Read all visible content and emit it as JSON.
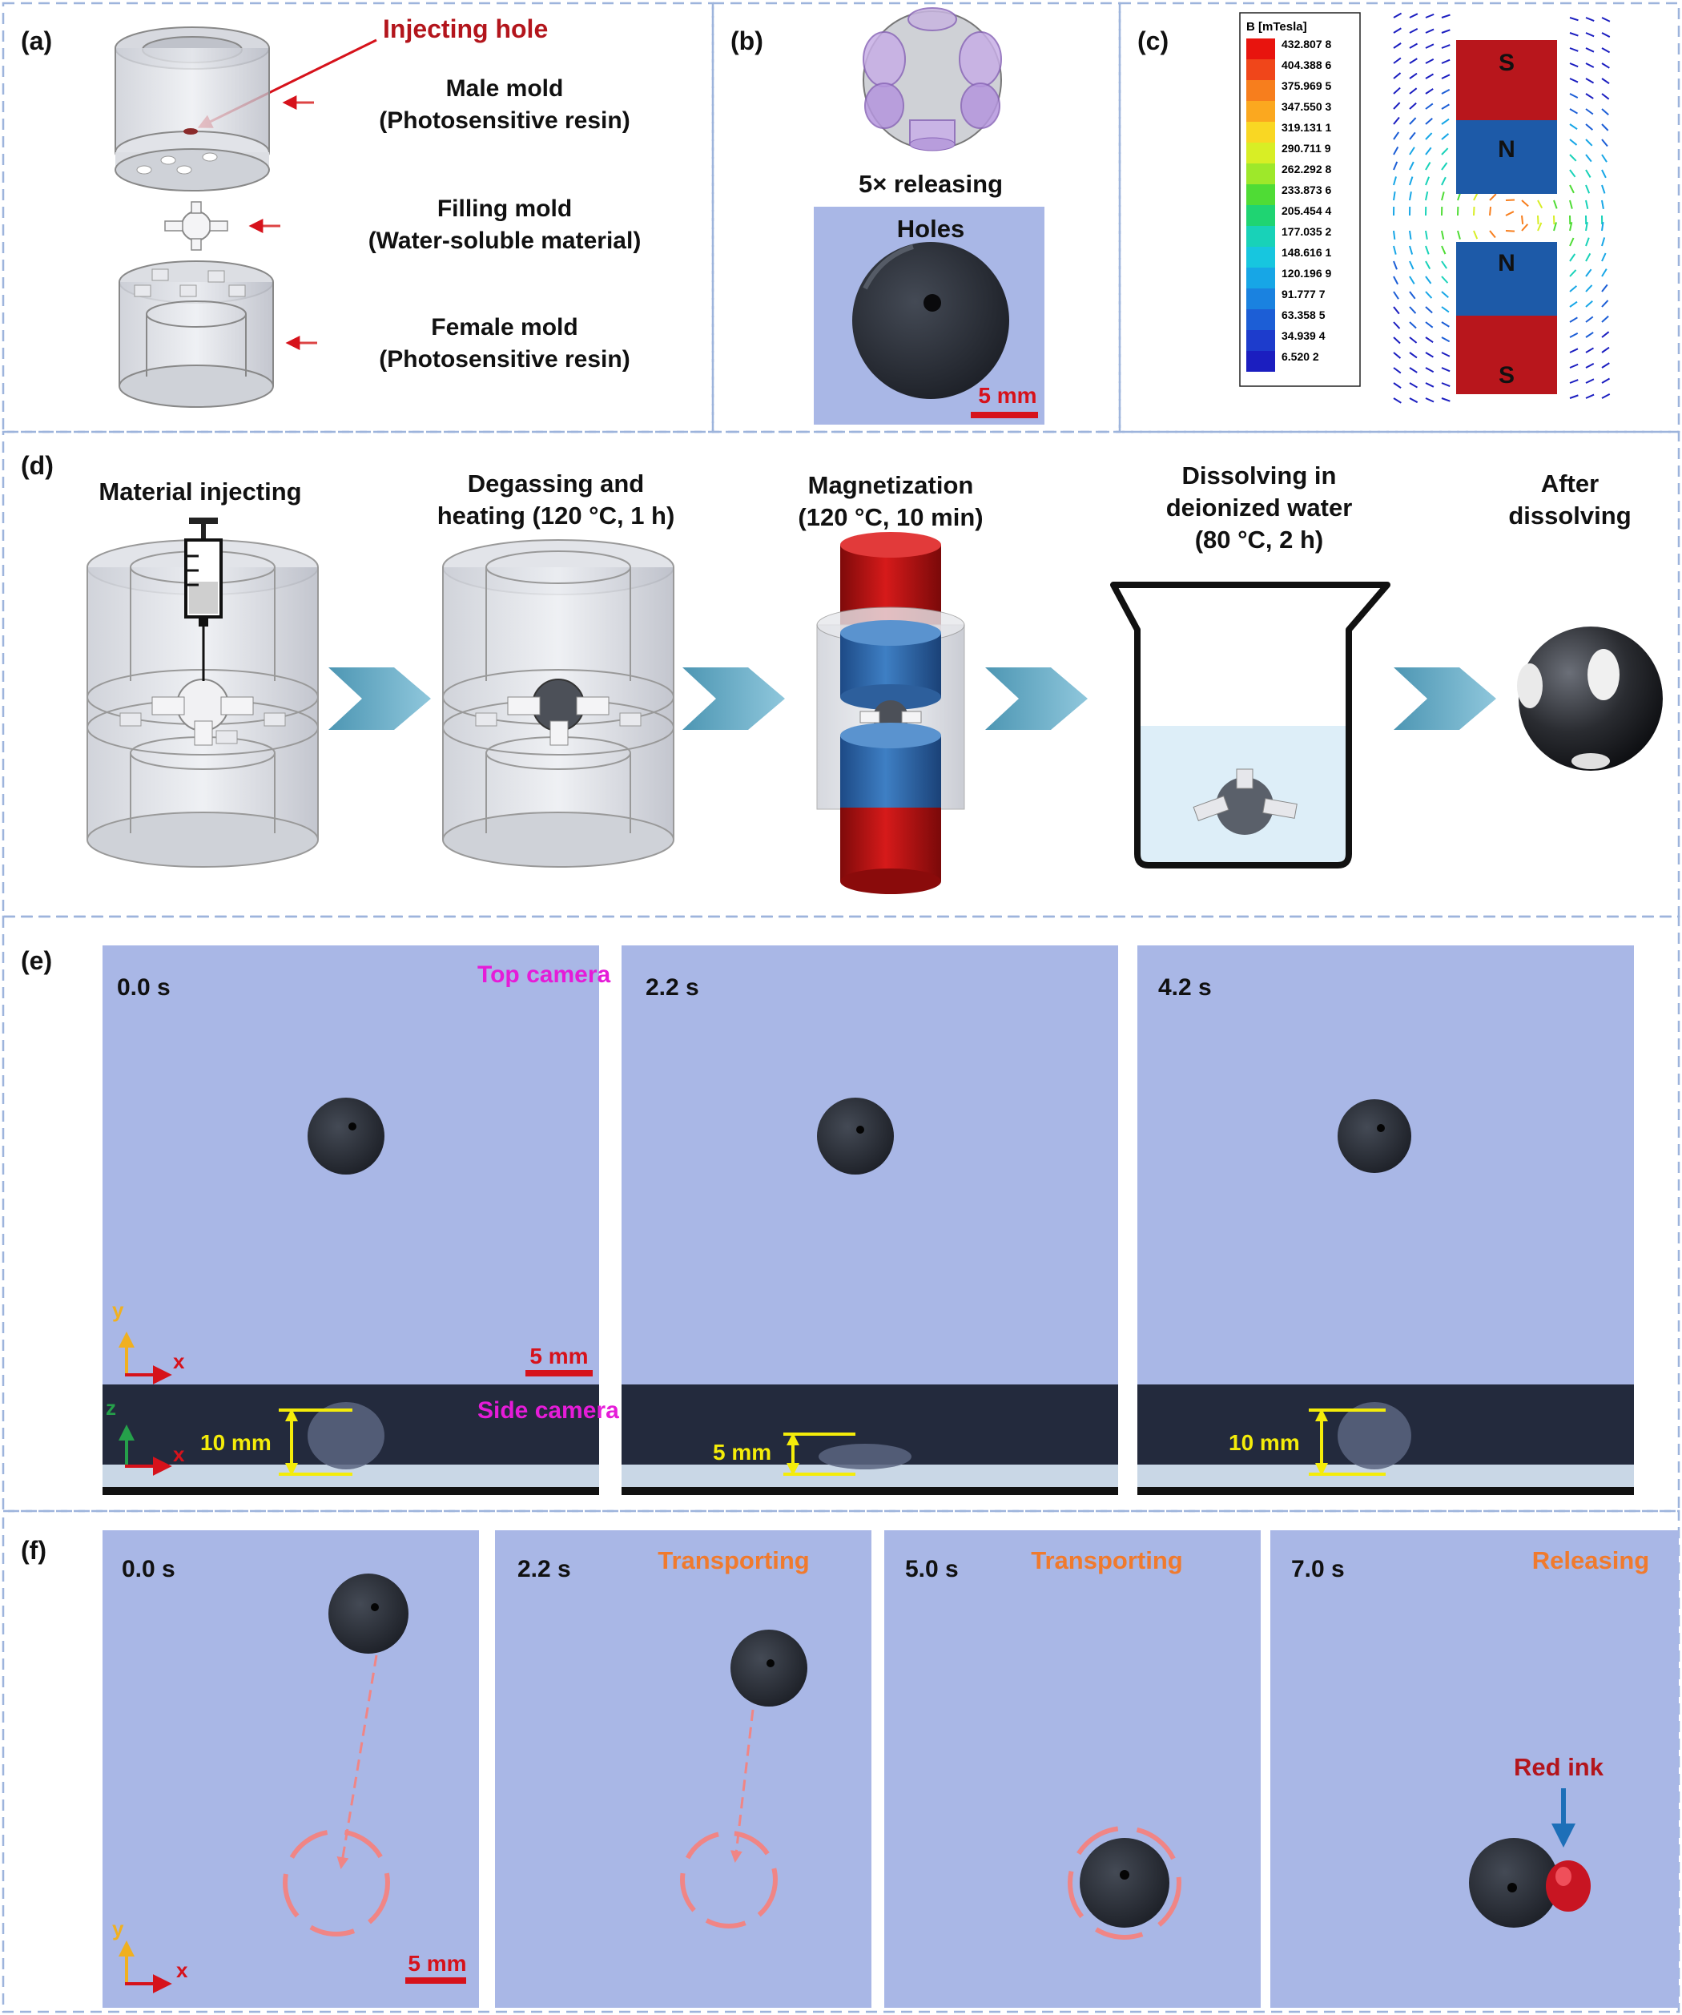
{
  "panels": {
    "a": {
      "tag": "(a)",
      "injecting_hole": "Injecting hole",
      "male_mold": "Male mold",
      "male_mold_sub": "(Photosensitive resin)",
      "filling_mold": "Filling mold",
      "filling_mold_sub": "(Water-soluble material)",
      "female_mold": "Female mold",
      "female_mold_sub": "(Photosensitive resin)"
    },
    "b": {
      "tag": "(b)",
      "releasing": "5× releasing",
      "holes": "Holes",
      "scale": "5 mm"
    },
    "c": {
      "tag": "(c)",
      "legend_title": "B [mTesla]",
      "legend_values": [
        "432.807 8",
        "404.388 6",
        "375.969 5",
        "347.550 3",
        "319.131 1",
        "290.711 9",
        "262.292 8",
        "233.873 6",
        "205.454 4",
        "177.035 2",
        "148.616 1",
        "120.196 9",
        "91.777 7",
        "63.358 5",
        "34.939 4",
        "6.520 2"
      ],
      "legend_colors": [
        "#e8140e",
        "#f0461a",
        "#f77e1d",
        "#fba81f",
        "#f9d723",
        "#d8ee25",
        "#9ee82a",
        "#4fdc35",
        "#1fd472",
        "#18d2b8",
        "#17c6df",
        "#17a6e6",
        "#1a82e0",
        "#1c5ed6",
        "#1d3ccc",
        "#1b1ec0"
      ],
      "magnet_top_label_s": "S",
      "magnet_top_label_n": "N",
      "magnet_bottom_label_n": "N",
      "magnet_bottom_label_s": "S"
    },
    "d": {
      "tag": "(d)",
      "step1": "Material injecting",
      "step2_line1": "Degassing and",
      "step2_line2": "heating (120 °C, 1 h)",
      "step3_line1": "Magnetization",
      "step3_line2": "(120 °C, 10 min)",
      "step4_line1": "Dissolving in",
      "step4_line2": "deionized water",
      "step4_line3": "(80 °C, 2 h)",
      "step5_line1": "After",
      "step5_line2": "dissolving"
    },
    "e": {
      "tag": "(e)",
      "frames": [
        {
          "time": "0.0 s",
          "height_label": "10 mm"
        },
        {
          "time": "2.2 s",
          "height_label": "5 mm"
        },
        {
          "time": "4.2 s",
          "height_label": "10 mm"
        }
      ],
      "top_camera": "Top camera",
      "side_camera": "Side camera",
      "scale": "5 mm",
      "axis_y": "y",
      "axis_x": "x",
      "axis_z": "z"
    },
    "f": {
      "tag": "(f)",
      "frames": [
        {
          "time": "0.0 s",
          "state": ""
        },
        {
          "time": "2.2 s",
          "state": "Transporting"
        },
        {
          "time": "5.0 s",
          "state": "Transporting"
        },
        {
          "time": "7.0 s",
          "state": "Releasing"
        }
      ],
      "red_ink": "Red ink",
      "scale": "5 mm",
      "axis_y": "y",
      "axis_x": "x"
    }
  },
  "colors": {
    "photo_blue": "#a9b7e6",
    "label_red": "#b3151c",
    "label_orange": "#f07a2d",
    "label_magenta": "#e51cd8",
    "scale_red": "#d6121b",
    "highlight_yellow": "#f4ec0a",
    "arrow_teal": "#5aaec7"
  }
}
